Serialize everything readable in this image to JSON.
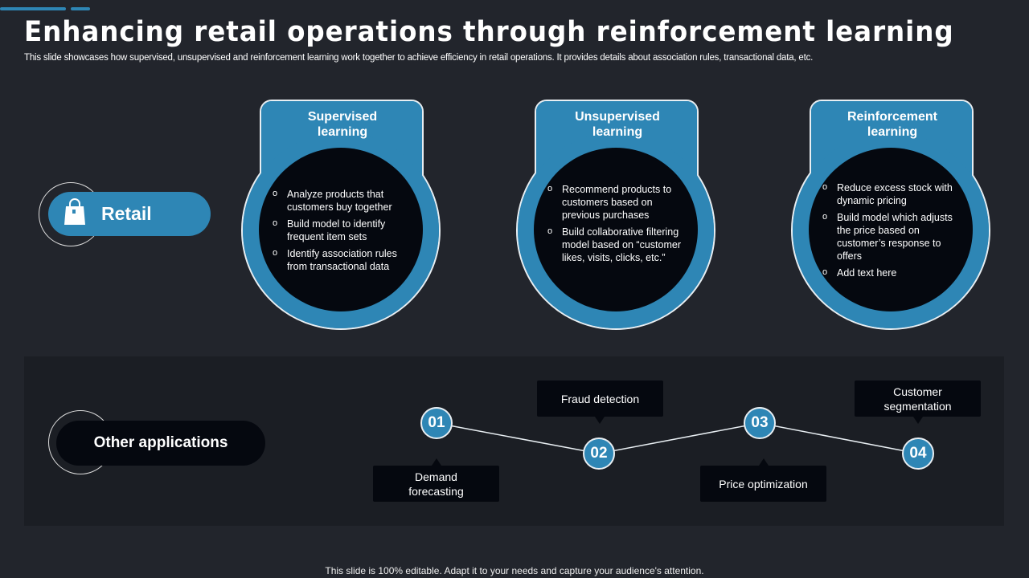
{
  "title": "Enhancing retail operations through reinforcement learning",
  "subtitle": "This slide showcases how supervised, unsupervised and reinforcement learning work together to achieve efficiency in retail operations. It provides details about association rules, transactional data, etc.",
  "retail": {
    "label": "Retail",
    "icon": "shopping-bag-icon"
  },
  "cards": [
    {
      "title": "Supervised learning",
      "bullets": [
        "Analyze products that customers buy together",
        "Build model to identify frequent item sets",
        "Identify association rules from transactional data"
      ]
    },
    {
      "title": "Unsupervised learning",
      "bullets": [
        "Recommend products to customers based on previous purchases",
        "Build collaborative filtering model based on “customer likes, visits, clicks, etc.”"
      ]
    },
    {
      "title": "Reinforcement learning",
      "bullets": [
        "Reduce excess stock with dynamic pricing",
        "Build model which adjusts the price based on customer’s response to offers",
        "Add text here"
      ]
    }
  ],
  "other": {
    "label": "Other applications",
    "steps": [
      {
        "num": "01",
        "label": "Demand forecasting"
      },
      {
        "num": "02",
        "label": "Fraud detection"
      },
      {
        "num": "03",
        "label": "Price optimization"
      },
      {
        "num": "04",
        "label": "Customer segmentation"
      }
    ]
  },
  "footer": "This slide is 100% editable. Adapt it to your needs and capture your audience's attention.",
  "colors": {
    "accent": "#2e86b5",
    "background": "#22252c",
    "dark": "#05080f"
  }
}
